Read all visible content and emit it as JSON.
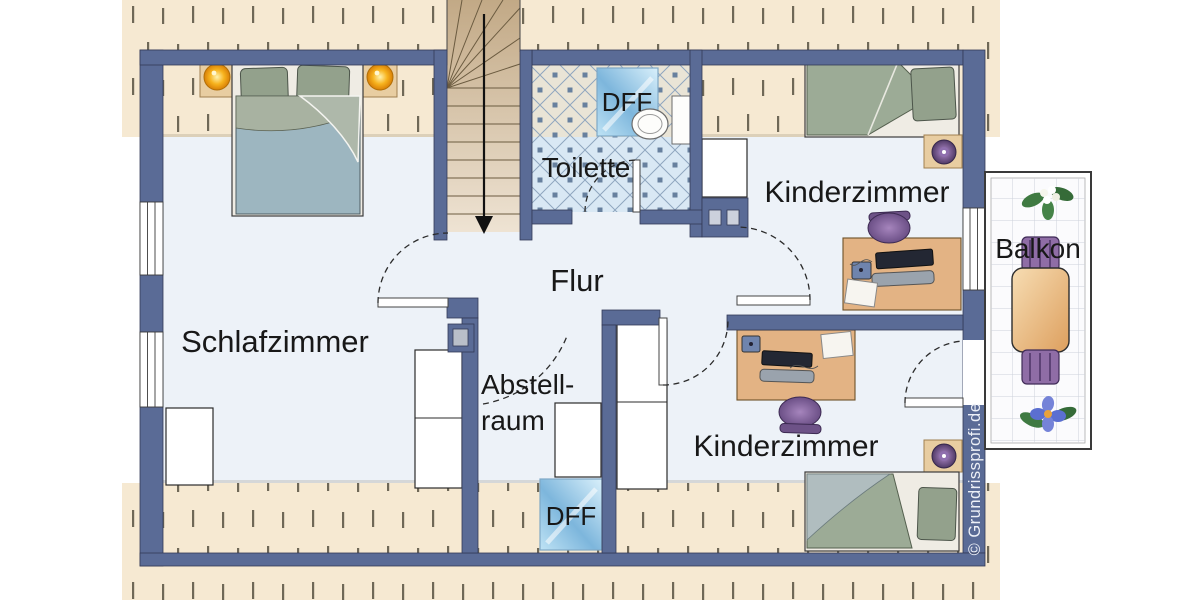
{
  "labels": {
    "schlafzimmer": "Schlafzimmer",
    "flur": "Flur",
    "toilette": "Toilette",
    "abstellraum_line1": "Abstell-",
    "abstellraum_line2": "raum",
    "kinderzimmer_top": "Kinderzimmer",
    "kinderzimmer_bottom": "Kinderzimmer",
    "balkon": "Balkon",
    "dff_toilette": "DFF",
    "dff_abstellraum": "DFF"
  },
  "watermark": "© Grundrissprofi.de",
  "colors": {
    "wall": "#5a6b96",
    "roof_band": "#f6e9d2",
    "hatch_dash": "#4e4738",
    "floor": "#edf2f8",
    "tile_upper": "#e9e4d6",
    "tile_lower": "#d9e8f4",
    "dff_window": "#8cc3e4",
    "stairs": "#d8c4a2",
    "furniture_wood": "#e3b384",
    "nightstand": "#e8cda1",
    "lamp_orange": "#f4a40e",
    "accent_purple": "#7c5e99",
    "bed_textile": "#9cab96",
    "blanket_blue": "#9db6c0"
  }
}
